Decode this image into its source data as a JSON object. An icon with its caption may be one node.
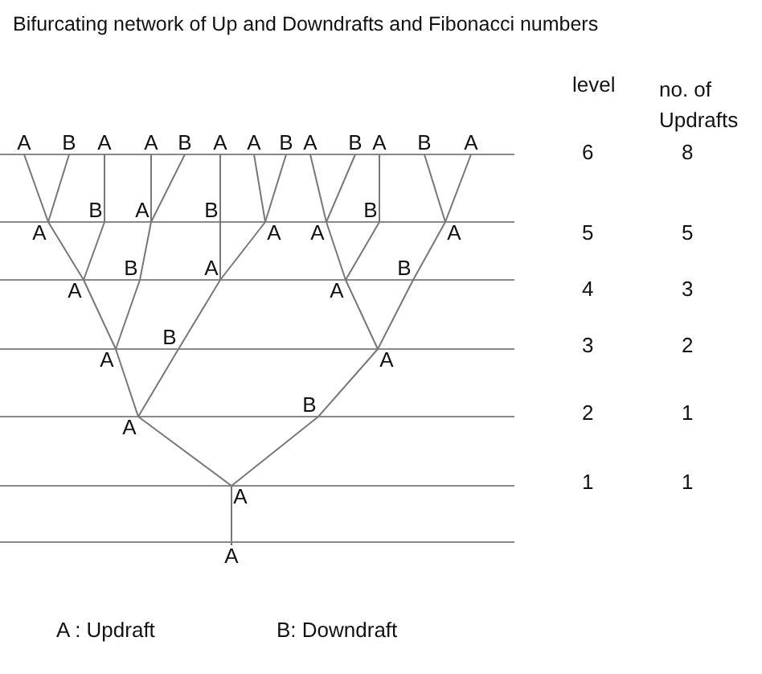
{
  "diagram": {
    "title": "Bifurcating network of Up and Downdrafts and Fibonacci numbers",
    "nodes": [
      {
        "text": [
          "A"
        ]
      },
      {
        "text": [
          "B"
        ]
      },
      {
        "text": [
          "A"
        ]
      },
      {
        "text": [
          "A"
        ]
      },
      {
        "text": [
          "B"
        ]
      },
      {
        "text": [
          "A"
        ]
      },
      {
        "text": [
          "A"
        ]
      },
      {
        "text": [
          "B"
        ]
      },
      {
        "text": [
          "A"
        ]
      },
      {
        "text": [
          "B"
        ]
      },
      {
        "text": [
          "A"
        ]
      },
      {
        "text": [
          "B"
        ]
      },
      {
        "text": [
          "A"
        ]
      },
      {
        "text": [
          "A"
        ]
      },
      {
        "text": [
          "B"
        ]
      },
      {
        "text": [
          "A"
        ]
      },
      {
        "text": [
          "B"
        ]
      },
      {
        "text": [
          "A"
        ]
      },
      {
        "text": [
          "A"
        ]
      },
      {
        "text": [
          "B"
        ]
      },
      {
        "text": [
          "A"
        ]
      },
      {
        "text": [
          "A"
        ]
      },
      {
        "text": [
          "B"
        ]
      },
      {
        "text": [
          "A"
        ]
      },
      {
        "text": [
          "A"
        ]
      },
      {
        "text": [
          "B"
        ]
      },
      {
        "text": [
          "A"
        ]
      },
      {
        "text": [
          "B"
        ]
      },
      {
        "text": [
          "A"
        ]
      },
      {
        "text": [
          "A"
        ]
      },
      {
        "text": [
          "B"
        ]
      },
      {
        "text": [
          "A"
        ]
      },
      {
        "text": [
          "A"
        ]
      }
    ],
    "edges": [
      {
        "from": 32,
        "to": 31,
        "arrow": "none"
      },
      {
        "from": 31,
        "to": 29,
        "arrow": "none"
      },
      {
        "from": 31,
        "to": 30,
        "arrow": "none"
      },
      {
        "from": 29,
        "to": 26,
        "arrow": "none"
      },
      {
        "from": 29,
        "to": 27,
        "arrow": "none"
      },
      {
        "from": 30,
        "to": 28,
        "arrow": "none"
      },
      {
        "from": 26,
        "to": 21,
        "arrow": "none"
      },
      {
        "from": 26,
        "to": 22,
        "arrow": "none"
      },
      {
        "from": 27,
        "to": 23,
        "arrow": "none"
      },
      {
        "from": 28,
        "to": 24,
        "arrow": "none"
      },
      {
        "from": 28,
        "to": 25,
        "arrow": "none"
      },
      {
        "from": 21,
        "to": 13,
        "arrow": "none"
      },
      {
        "from": 21,
        "to": 14,
        "arrow": "none"
      },
      {
        "from": 22,
        "to": 15,
        "arrow": "none"
      },
      {
        "from": 23,
        "to": 16,
        "arrow": "none"
      },
      {
        "from": 23,
        "to": 17,
        "arrow": "none"
      },
      {
        "from": 24,
        "to": 18,
        "arrow": "none"
      },
      {
        "from": 24,
        "to": 19,
        "arrow": "none"
      },
      {
        "from": 25,
        "to": 20,
        "arrow": "none"
      },
      {
        "from": 13,
        "to": 0,
        "arrow": "none"
      },
      {
        "from": 13,
        "to": 1,
        "arrow": "none"
      },
      {
        "from": 14,
        "to": 2,
        "arrow": "none"
      },
      {
        "from": 15,
        "to": 3,
        "arrow": "none"
      },
      {
        "from": 15,
        "to": 4,
        "arrow": "none"
      },
      {
        "from": 16,
        "to": 5,
        "arrow": "none"
      },
      {
        "from": 17,
        "to": 6,
        "arrow": "none"
      },
      {
        "from": 17,
        "to": 7,
        "arrow": "none"
      },
      {
        "from": 18,
        "to": 8,
        "arrow": "none"
      },
      {
        "from": 18,
        "to": 9,
        "arrow": "none"
      },
      {
        "from": 19,
        "to": 10,
        "arrow": "none"
      },
      {
        "from": 20,
        "to": 11,
        "arrow": "none"
      },
      {
        "from": 20,
        "to": 12,
        "arrow": "none"
      }
    ],
    "labels": [
      "level",
      "no. of Updrafts",
      "6",
      "8",
      "5",
      "5",
      "4",
      "3",
      "3",
      "2",
      "2",
      "1",
      "1",
      "1",
      "A : Updraft",
      "B: Downdraft"
    ]
  }
}
